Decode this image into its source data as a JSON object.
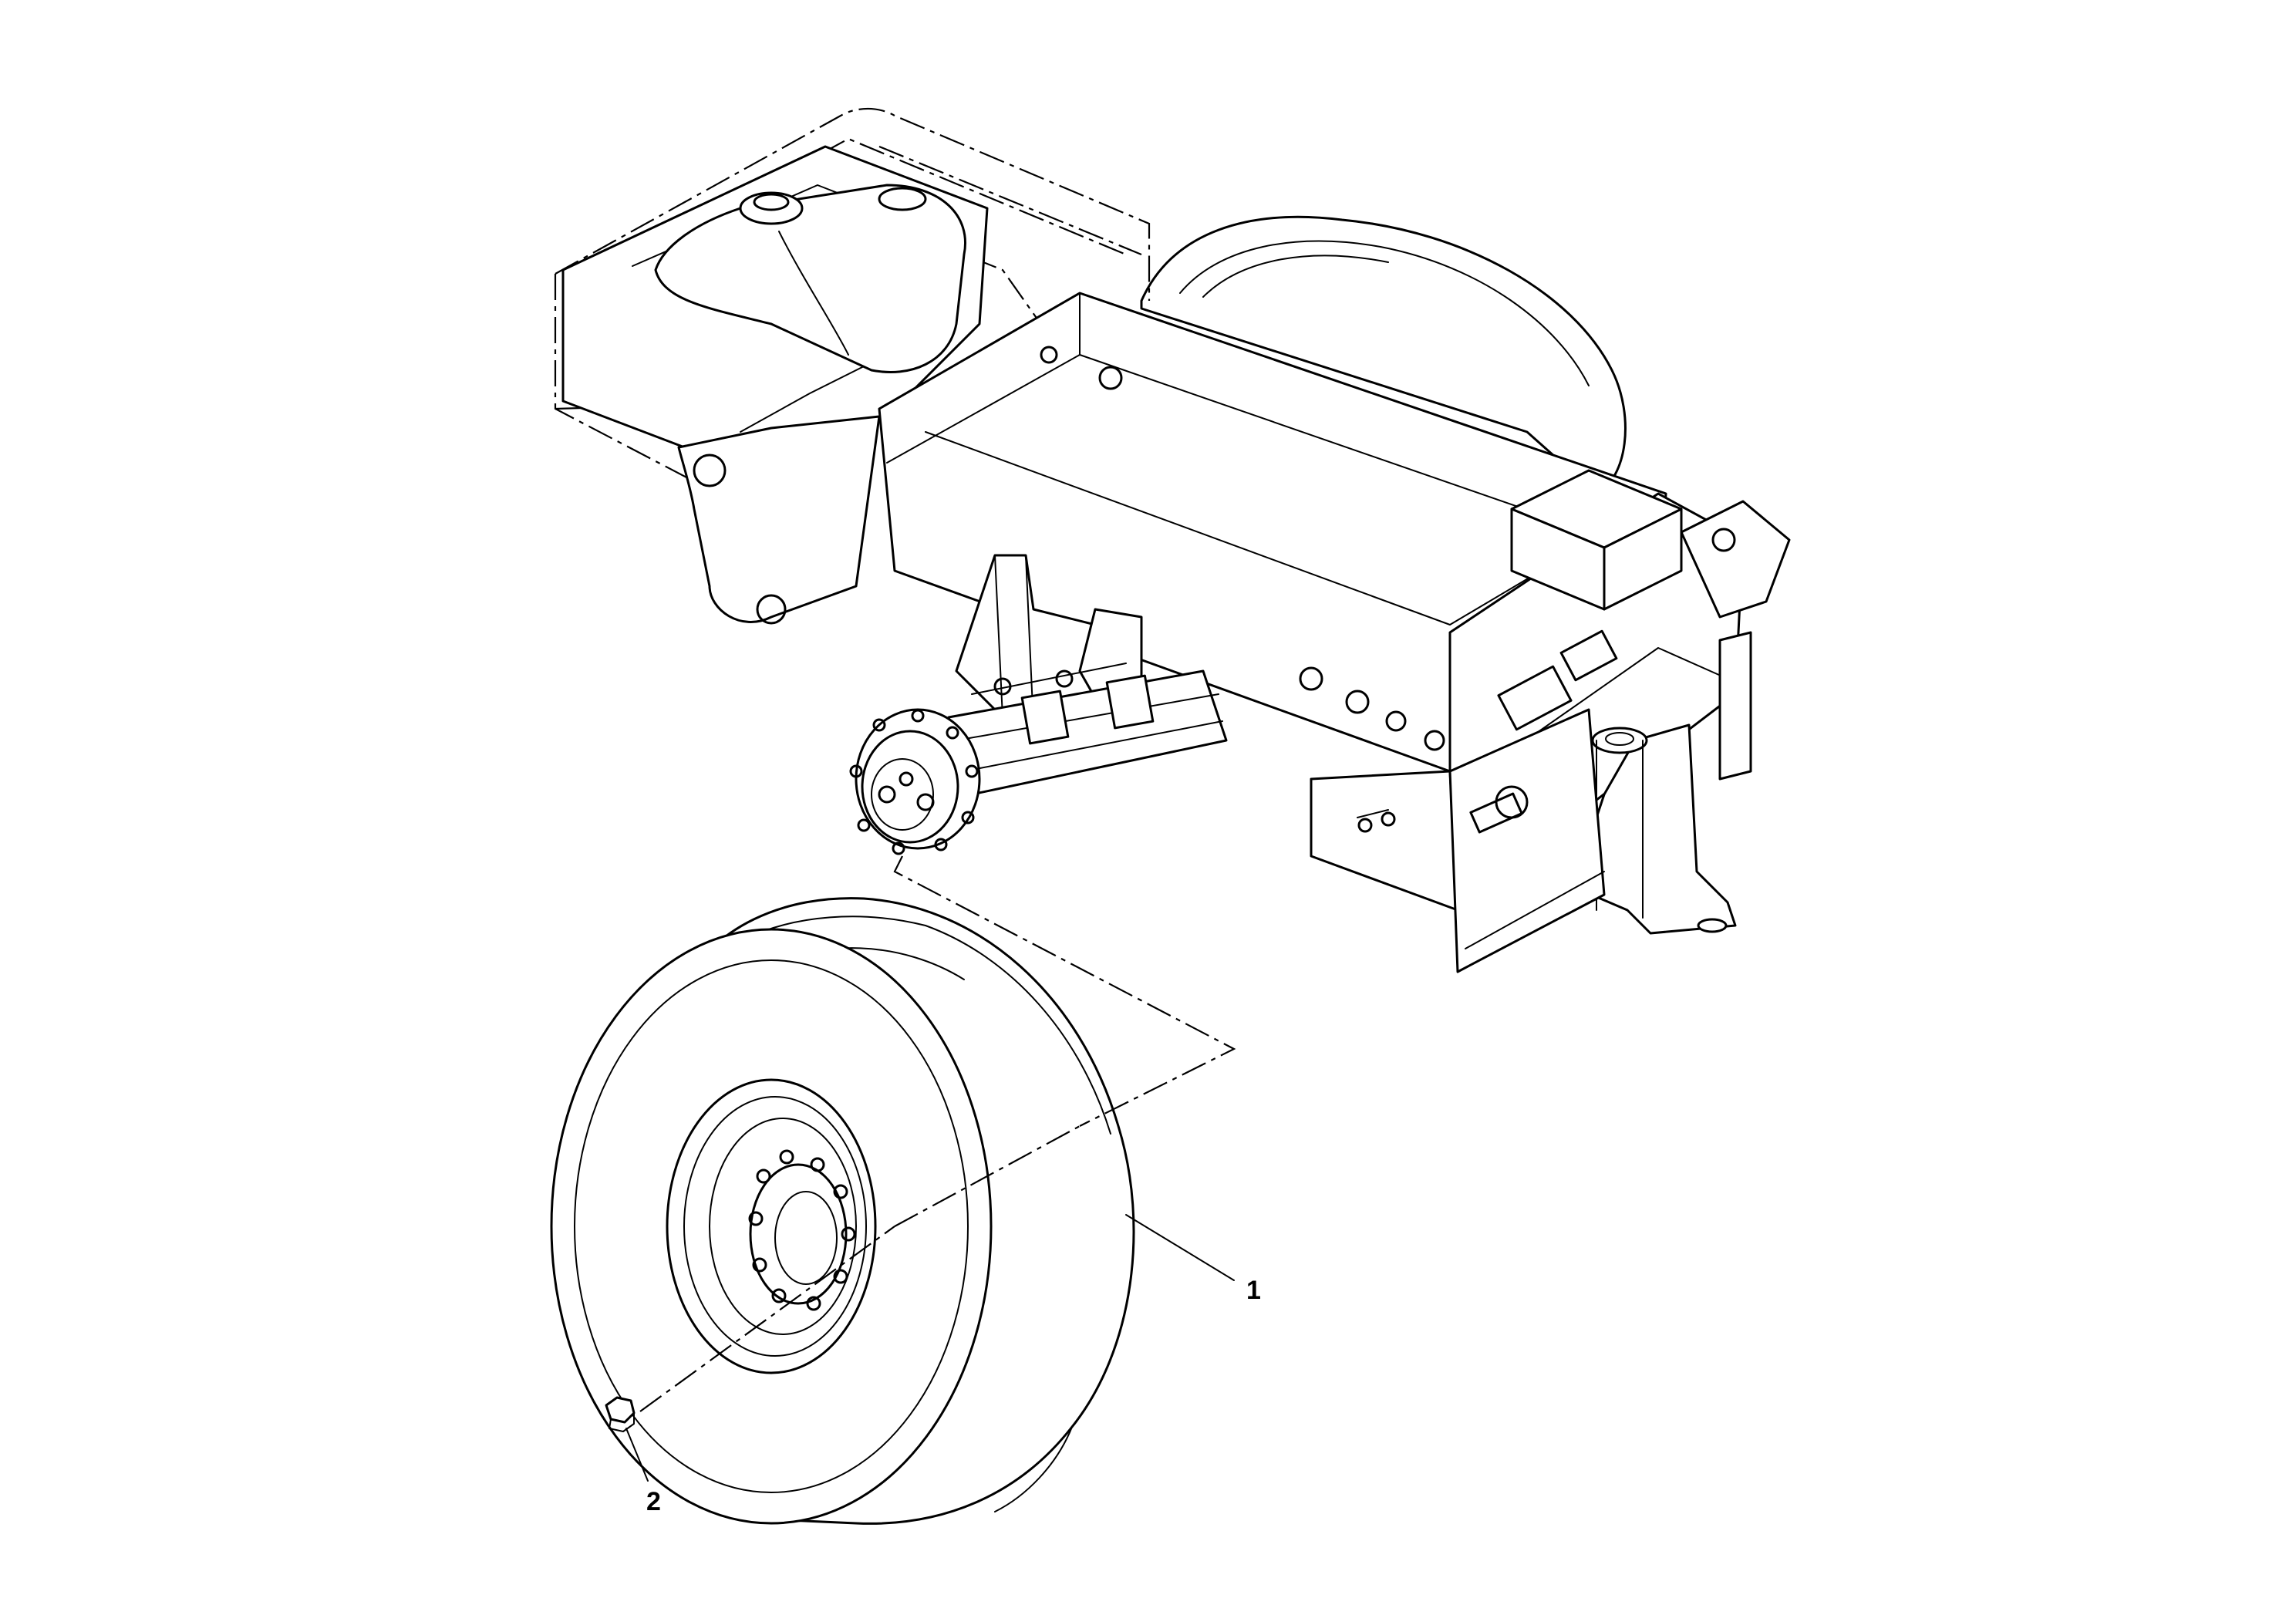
{
  "callouts": [
    {
      "id": "1",
      "label": "1",
      "part": "wheel-assembly"
    },
    {
      "id": "2",
      "label": "2",
      "part": "wheel-nut"
    }
  ],
  "colors": {
    "line": "#000000",
    "background": "#ffffff"
  }
}
